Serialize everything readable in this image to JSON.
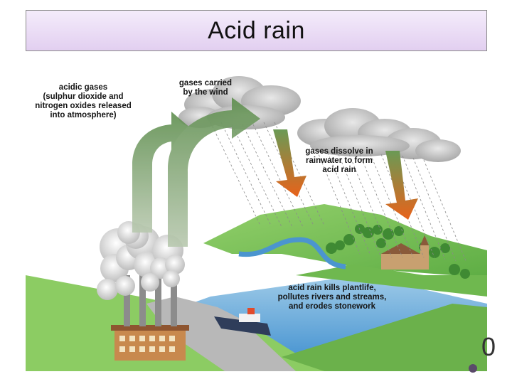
{
  "slide": {
    "title": "Acid rain",
    "side_glyph": "0"
  },
  "diagram": {
    "labels": {
      "acidic_gases": "acidic gases\n(sulphur dioxide and\nnitrogen oxides released\ninto atmosphere)",
      "gases_carried": "gases carried\nby the wind",
      "gases_dissolve": "gases dissolve in\nrainwater to form\nacid rain",
      "acid_rain_effects": "acid rain kills plantlife,\npollutes rivers and streams,\nand erodes stonework"
    },
    "colors": {
      "sky_cloud": "#c9c9c9",
      "smoke": "#e6e6e6",
      "land": "#7cc35a",
      "water": "#4f9fd8",
      "rise_arrow": "#7fa56a",
      "rain_arrow": "#e0661e",
      "factory": "#c8894e"
    }
  }
}
